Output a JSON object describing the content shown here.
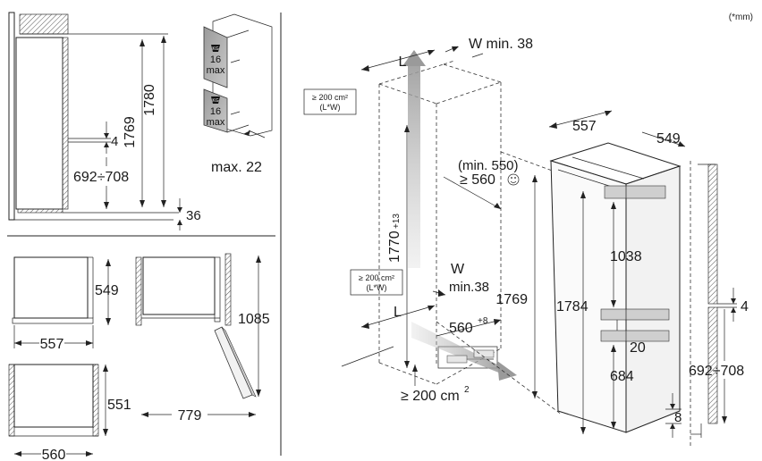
{
  "units": "(*mm)",
  "side_view": {
    "h_1780": "1780",
    "h_1769": "1769",
    "gap_4": "4",
    "range": "692÷708",
    "base_36": "36"
  },
  "door_weights": {
    "upper_weight": "16",
    "upper_unit": "max",
    "lower_weight": "16",
    "lower_unit": "max",
    "kg_label": "KG",
    "thickness": "max. 22"
  },
  "top_views": {
    "depth_549": "549",
    "width_557": "557",
    "depth_551": "551",
    "width_560": "560",
    "swing_1085": "1085",
    "swing_779": "779"
  },
  "niche": {
    "L_top": "L",
    "W_top": "W min. 38",
    "vent_top": "≥ 200 cm²",
    "vent_top_sub": "(L*W)",
    "vent_mid": "≥ 200 cm²",
    "vent_mid_sub": "(L*W)",
    "height": "1770",
    "height_tol": "+13",
    "depth_min": "(min. 550)",
    "depth": "≥ 560",
    "W_bottom": "W",
    "W_bottom_min": "min.38",
    "L_bottom": "L",
    "width": "560",
    "width_tol": "+8",
    "height_1769": "1769",
    "vent_bottom": "≥ 200 cm",
    "vent_bottom_sup": "2"
  },
  "appliance": {
    "width": "557",
    "depth": "549",
    "height": "1784",
    "upper": "1038",
    "gap": "20",
    "lower": "684"
  },
  "door_side": {
    "gap_4": "4",
    "range": "692÷708",
    "bottom_8": "8"
  }
}
